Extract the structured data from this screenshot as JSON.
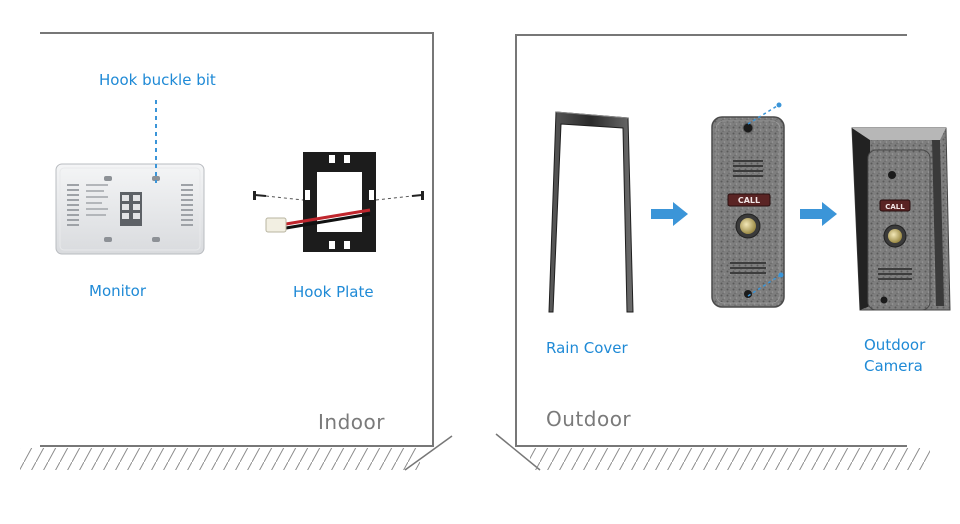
{
  "panels": {
    "indoor": {
      "title": "Indoor",
      "hook_buckle_label": "Hook buckle bit",
      "monitor_label": "Monitor",
      "hook_plate_label": "Hook Plate"
    },
    "outdoor": {
      "title": "Outdoor",
      "rain_cover_label": "Rain Cover",
      "camera_label_line1": "Outdoor",
      "camera_label_line2": "Camera",
      "call_button_text": "CALL"
    }
  },
  "colors": {
    "label_blue": "#1f8ad6",
    "arrow_blue": "#3b95d8",
    "frame_gray": "#777777",
    "title_gray": "#7a7a7a"
  },
  "icons": [
    "monitor-device-icon",
    "hook-plate-icon",
    "rain-cover-icon",
    "doorbell-camera-icon",
    "arrow-right-icon",
    "screw-icon"
  ]
}
